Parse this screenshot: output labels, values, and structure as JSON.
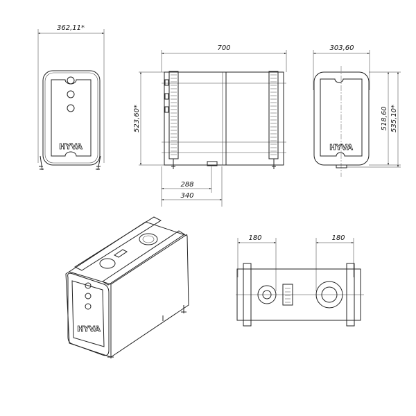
{
  "drawing": {
    "logo_text": "HYVA",
    "front_view": {
      "width_dim": "362,11*"
    },
    "side_view": {
      "length_dim": "700",
      "height_dim": "523,60*",
      "outlet_dim_1": "288",
      "outlet_dim_2": "340"
    },
    "end_view": {
      "width_dim": "303,60",
      "height_dim_1": "518,60",
      "height_dim_2": "535,10*"
    },
    "top_view": {
      "left_dim": "180",
      "right_dim": "180"
    }
  }
}
